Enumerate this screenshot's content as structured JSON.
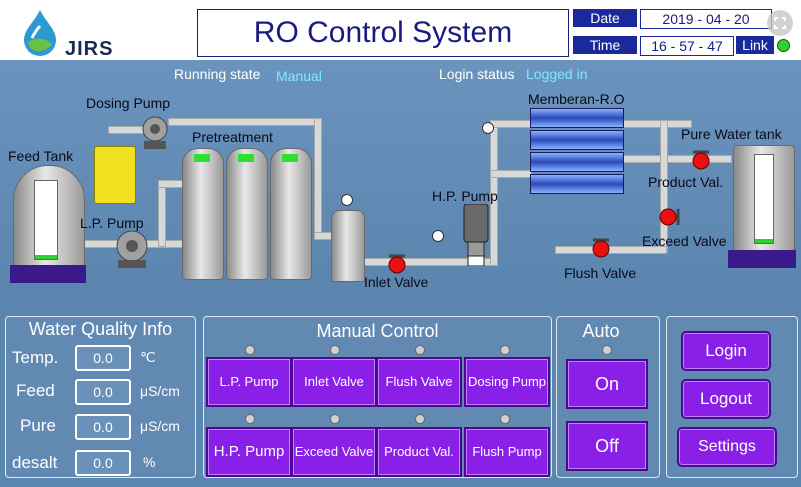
{
  "header": {
    "logo_text": "JIRS",
    "title": "RO Control System",
    "date_label": "Date",
    "date_value": "2019 - 04 - 20",
    "time_label": "Time",
    "time_value": "16 - 57 - 47",
    "link_label": "Link"
  },
  "status": {
    "running_state_label": "Running state",
    "running_state_value": "Manual",
    "login_status_label": "Login status",
    "login_status_value": "Logged in"
  },
  "scene": {
    "feed_tank": "Feed Tank",
    "dosing_pump": "Dosing Pump",
    "pretreatment": "Pretreatment",
    "lp_pump": "L.P. Pump",
    "inlet_valve": "Inlet Valve",
    "hp_pump": "H.P. Pump",
    "membrane": "Memberan-R.O",
    "pure_water_tank": "Pure Water  tank",
    "product_valve": "Product Val.",
    "exceed_valve": "Exceed Valve",
    "flush_valve": "Flush Valve"
  },
  "water_quality": {
    "title": "Water Quality Info",
    "rows": [
      {
        "label": "Temp.",
        "value": "0.0",
        "unit": "℃"
      },
      {
        "label": "Feed",
        "value": "0.0",
        "unit": "μS/cm"
      },
      {
        "label": "Pure",
        "value": "0.0",
        "unit": "μS/cm"
      },
      {
        "label": "desalt",
        "value": "0.0",
        "unit": "%"
      }
    ]
  },
  "manual_control": {
    "title": "Manual Control",
    "buttons": [
      "L.P. Pump",
      "Inlet Valve",
      "Flush Valve",
      "Dosing Pump",
      "H.P. Pump",
      "Exceed Valve",
      "Product Val.",
      "Flush Pump"
    ]
  },
  "auto": {
    "title": "Auto",
    "on_label": "On",
    "off_label": "Off"
  },
  "account": {
    "login_label": "Login",
    "logout_label": "Logout",
    "settings_label": "Settings"
  },
  "colors": {
    "background": "#5b86b0",
    "button_purple": "#8a20e8",
    "header_blue": "#1a2a9a",
    "status_cyan": "#7fe8ff",
    "link_indicator": "#30d030"
  }
}
